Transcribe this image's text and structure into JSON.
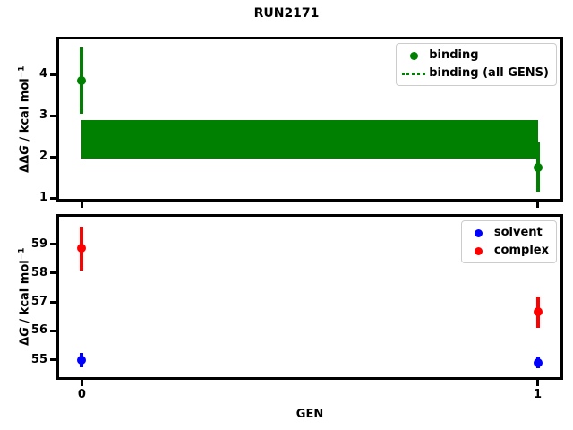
{
  "figure": {
    "title": "RUN2171",
    "xlabel": "GEN",
    "background": "#ffffff",
    "text_color": "#000000"
  },
  "chart_data": [
    {
      "type": "scatter",
      "panel": "top",
      "ylabel": {
        "prefix": "ΔΔ",
        "italic": "G",
        "unit": " / kcal mol",
        "superscript": "−1",
        "text": "ΔΔG / kcal mol⁻¹"
      },
      "xlim": [
        -0.05,
        1.05
      ],
      "ylim": [
        0.98,
        4.85
      ],
      "yticks": [
        1,
        2,
        3,
        4
      ],
      "xticks": [
        0,
        1
      ],
      "xticklabels": [],
      "show_xticklabels": false,
      "grid": false,
      "legend_position": "upper right",
      "series": [
        {
          "name": "binding",
          "color": "#008000",
          "marker": "circle",
          "points": [
            {
              "x": 0,
              "y": 3.85,
              "err_lo": 3.05,
              "err_hi": 4.65
            },
            {
              "x": 1,
              "y": 1.75,
              "err_lo": 1.15,
              "err_hi": 2.35
            }
          ]
        }
      ],
      "band": {
        "name": "binding (all GENS)",
        "color": "#008000",
        "x_from": 0,
        "x_to": 1,
        "y_lo": 1.95,
        "y_hi": 2.9
      },
      "legend": [
        {
          "label": "binding",
          "swatch": "circle",
          "color": "#008000"
        },
        {
          "label": "binding (all GENS)",
          "swatch": "dotted-line",
          "color": "#008000"
        }
      ]
    },
    {
      "type": "scatter",
      "panel": "bottom",
      "ylabel": {
        "prefix": "Δ",
        "italic": "G",
        "unit": " / kcal mol",
        "superscript": "−1",
        "text": "ΔG / kcal mol⁻¹"
      },
      "xlim": [
        -0.05,
        1.05
      ],
      "ylim": [
        54.4,
        59.95
      ],
      "yticks": [
        55,
        56,
        57,
        58,
        59
      ],
      "xticks": [
        0,
        1
      ],
      "xticklabels": [
        "0",
        "1"
      ],
      "show_xticklabels": true,
      "grid": false,
      "legend_position": "upper right",
      "series": [
        {
          "name": "solvent",
          "color": "#0000ff",
          "marker": "circle",
          "points": [
            {
              "x": 0,
              "y": 55.0,
              "err_lo": 54.75,
              "err_hi": 55.25
            },
            {
              "x": 1,
              "y": 54.9,
              "err_lo": 54.7,
              "err_hi": 55.1
            }
          ]
        },
        {
          "name": "complex",
          "color": "#ff0000",
          "marker": "circle",
          "points": [
            {
              "x": 0,
              "y": 58.85,
              "err_lo": 58.1,
              "err_hi": 59.6
            },
            {
              "x": 1,
              "y": 56.65,
              "err_lo": 56.1,
              "err_hi": 57.2
            }
          ]
        }
      ],
      "legend": [
        {
          "label": "solvent",
          "swatch": "circle",
          "color": "#0000ff"
        },
        {
          "label": "complex",
          "swatch": "circle",
          "color": "#ff0000"
        }
      ]
    }
  ]
}
